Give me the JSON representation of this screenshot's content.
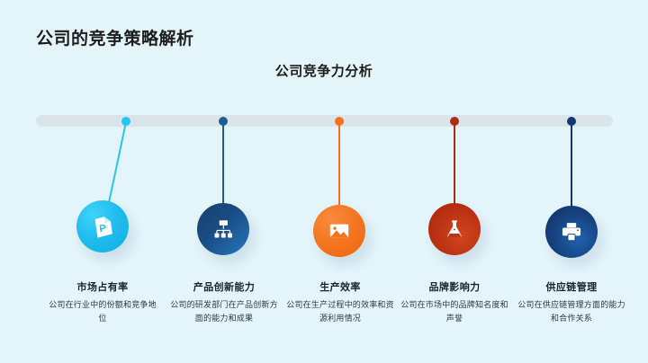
{
  "slide": {
    "background_color": "#e4f5fa",
    "main_title": "公司的竞争策略解析",
    "sub_title": "公司竞争力分析"
  },
  "timeline": {
    "bar_color": "#d9e5e9"
  },
  "nodes": [
    {
      "icon": "file-powerpoint-icon",
      "title": "市场占有率",
      "desc": "公司在行业中的份额和竞争地位",
      "color": "#22bdee",
      "color_dark": "#12a9e0",
      "dot_color": "#27c5f2"
    },
    {
      "icon": "sitemap-icon",
      "title": "产品创新能力",
      "desc": "公司的研发部门在产品创新方面的能力和成果",
      "color": "#1b4a7c",
      "color_dark": "#2173b8",
      "dot_color": "#1c5b94"
    },
    {
      "icon": "image-icon",
      "title": "生产效率",
      "desc": "公司在生产过程中的效率和资源利用情况",
      "color": "#f4792b",
      "color_dark": "#f4671c",
      "dot_color": "#f4721f"
    },
    {
      "icon": "flask-icon",
      "title": "品牌影响力",
      "desc": "公司在市场中的品牌知名度和声誉",
      "color": "#b32a10",
      "color_dark": "#cf4620",
      "dot_color": "#ad2d12"
    },
    {
      "icon": "printer-icon",
      "title": "供应链管理",
      "desc": "公司在供应链管理方面的能力和合作关系",
      "color": "#113a73",
      "color_dark": "#1d5ba6",
      "dot_color": "#123a72"
    }
  ]
}
